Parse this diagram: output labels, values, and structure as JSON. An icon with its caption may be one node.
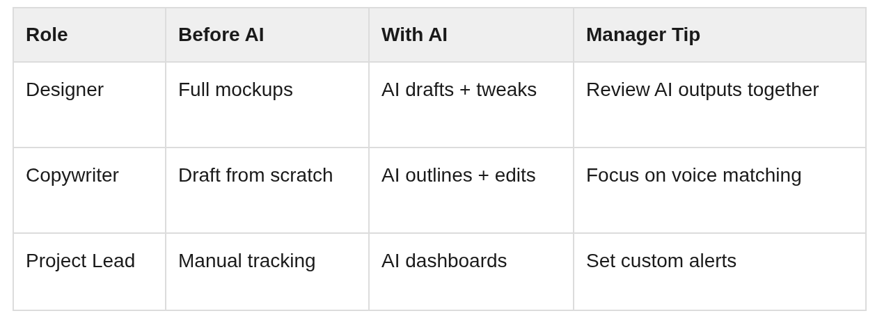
{
  "diagram": {
    "labels": [
      "Role",
      "Before AI",
      "With AI",
      "Manager Tip",
      "Designer",
      "Full mockups",
      "AI drafts + tweaks",
      "Review AI outputs together",
      "Copywriter",
      "Draft from scratch",
      "AI outlines + edits",
      "Focus on voice matching",
      "Project Lead",
      "Manual tracking",
      "AI dashboards",
      "Set custom alerts"
    ]
  }
}
